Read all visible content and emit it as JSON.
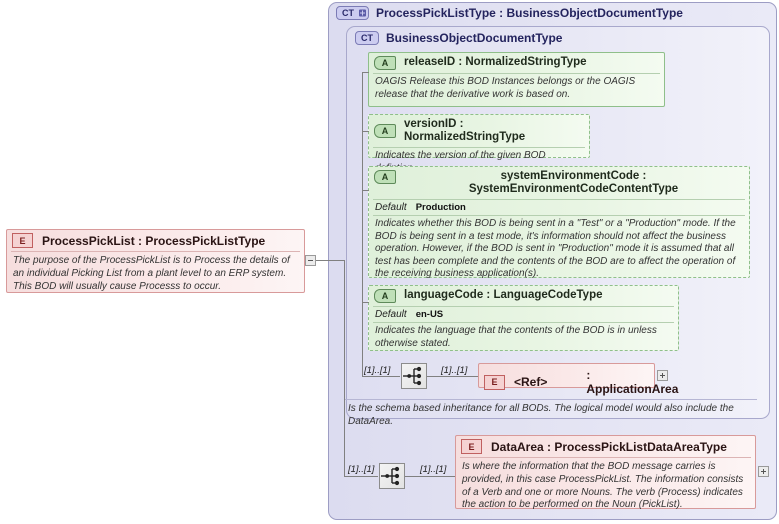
{
  "diagram": {
    "kind": "xsd-schema-diagram",
    "root_element": {
      "badge": "E",
      "name": "ProcessPickList : ProcessPickListType",
      "documentation": "The purpose of the ProcessPickList is to Process the details of an individual Picking List from a plant level to an ERP system. This BOD will usually cause Processs to occur."
    },
    "complex_type_outer": {
      "badge": "CT",
      "title": "ProcessPickListType : BusinessObjectDocumentType"
    },
    "complex_type_inner": {
      "badge": "CT",
      "title": "BusinessObjectDocumentType",
      "inheritance_documentation": "Is the schema based inheritance for all BODs. The logical model would also include the DataArea."
    },
    "attributes": [
      {
        "badge": "A",
        "name": "releaseID : NormalizedStringType",
        "required": true,
        "default_label": null,
        "default_value": null,
        "documentation": "OAGIS Release this BOD Instances belongs or the OAGIS release that the derivative work is based on."
      },
      {
        "badge": "A",
        "name": "versionID : NormalizedStringType",
        "required": false,
        "default_label": null,
        "default_value": null,
        "documentation": "Indicates the version of the given BOD defintion."
      },
      {
        "badge": "A",
        "name": "systemEnvironmentCode : SystemEnvironmentCodeContentType",
        "required": false,
        "default_label": "Default",
        "default_value": "Production",
        "documentation": "Indicates whether this BOD is being sent in a \"Test\" or a \"Production\" mode. If the BOD is being sent in a test mode, it's information should not affect the business operation. However, if the BOD is sent in \"Production\" mode it is assumed that all test has been complete and the contents of the BOD are to affect the operation of the receiving business application(s)."
      },
      {
        "badge": "A",
        "name": "languageCode : LanguageCodeType",
        "required": false,
        "default_label": "Default",
        "default_value": "en-US",
        "documentation": "Indicates the language that the contents of the BOD is in unless otherwise stated."
      }
    ],
    "application_area": {
      "badge": "E",
      "ref_label": "<Ref>",
      "type_label": ": ApplicationArea",
      "cardinality_left": "[1]..[1]",
      "cardinality_right": "[1]..[1]"
    },
    "data_area": {
      "badge": "E",
      "name": "DataArea : ProcessPickListDataAreaType",
      "documentation": "Is where the information that the BOD message carries is provided, in this case ProcessPickList. The information consists of a Verb and one or more Nouns. The verb (Process) indicates the action to be performed on the Noun (PickList).",
      "cardinality_left": "[1]..[1]",
      "cardinality_right": "[1]..[1]"
    },
    "compositors": [
      {
        "name": "sequence-inner",
        "icon": "sequence-icon"
      },
      {
        "name": "sequence-outer",
        "icon": "sequence-icon"
      }
    ],
    "toggles": [
      {
        "name": "root-element-collapse",
        "state": "minus"
      },
      {
        "name": "application-area-expand",
        "state": "plus"
      },
      {
        "name": "data-area-expand",
        "state": "plus"
      }
    ],
    "colors": {
      "container_border": "#9d9dc4",
      "container_fill": "#e2e2f2",
      "attribute_fill": "#e1f0db",
      "attribute_border": "#8fbf8a",
      "element_fill": "#f8e6e6",
      "element_border": "#d89a9a",
      "connector": "#808080"
    }
  }
}
